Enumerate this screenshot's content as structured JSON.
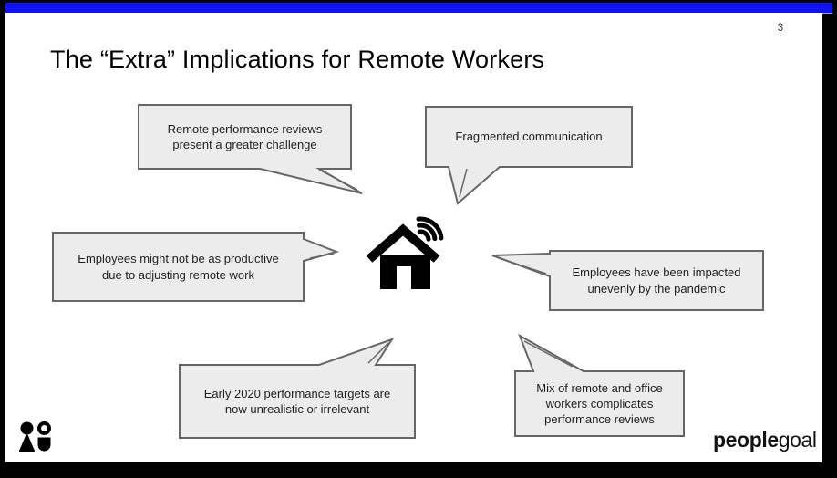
{
  "colors": {
    "accent_bar": "#1313f0",
    "bubble_fill": "#ececec",
    "bubble_border": "#666666"
  },
  "slide": {
    "page_number": "3",
    "title": "The “Extra” Implications for Remote Workers",
    "bubbles": [
      {
        "position": "top-left",
        "text": "Remote performance reviews present a greater challenge"
      },
      {
        "position": "top-right",
        "text": "Fragmented communication"
      },
      {
        "position": "middle-left",
        "text": "Employees might not be as productive due to adjusting remote work"
      },
      {
        "position": "middle-right",
        "text": "Employees have been impacted unevenly by the pandemic"
      },
      {
        "position": "bottom-left",
        "text": "Early 2020 performance targets are now unrealistic or irrelevant"
      },
      {
        "position": "bottom-right",
        "text": "Mix of remote and office workers complicates performance reviews"
      }
    ],
    "center_icon": "home-wifi-icon",
    "footer": {
      "logo_icon": "peoplegoal-logo-icon",
      "brand_bold": "people",
      "brand_light": "goal"
    }
  }
}
